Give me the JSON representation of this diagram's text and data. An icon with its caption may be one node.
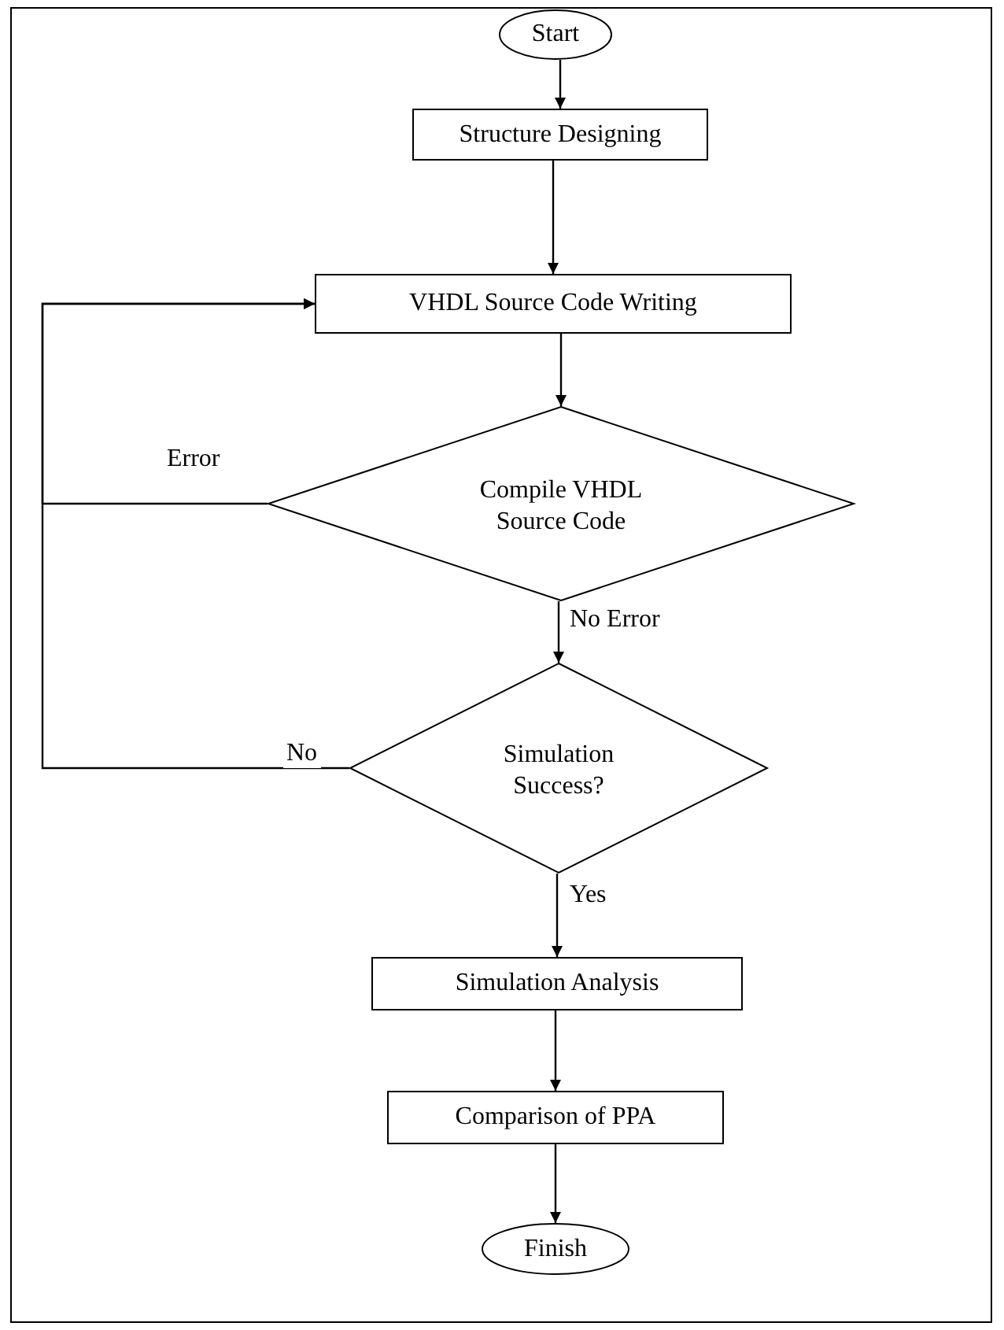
{
  "diagram": {
    "nodes": [
      {
        "text": [
          "Start"
        ]
      },
      {
        "text": [
          "Structure Designing"
        ]
      },
      {
        "text": [
          "VHDL Source Code Writing"
        ]
      },
      {
        "text": [
          "Compile VHDL Source Code"
        ]
      },
      {
        "text": [
          "Simulation Success?"
        ]
      },
      {
        "text": [
          "Simulation Analysis"
        ]
      },
      {
        "text": [
          "Comparison of PPA"
        ]
      },
      {
        "text": [
          "Finish"
        ]
      }
    ],
    "edges": [
      {
        "from": 0,
        "to": 1,
        "arrow": "to"
      },
      {
        "from": 1,
        "to": 2,
        "arrow": "to"
      },
      {
        "from": 2,
        "to": 3,
        "arrow": "to"
      },
      {
        "from": 3,
        "to": 4,
        "arrow": "to",
        "label": "No Error"
      },
      {
        "from": 4,
        "to": 5,
        "arrow": "to",
        "label": "Yes"
      },
      {
        "from": 5,
        "to": 6,
        "arrow": "to"
      },
      {
        "from": 6,
        "to": 7,
        "arrow": "to"
      },
      {
        "from": 3,
        "to": 2,
        "arrow": "to",
        "label": "Error"
      },
      {
        "from": 4,
        "to": 2,
        "arrow": "to",
        "label": "No"
      }
    ]
  }
}
